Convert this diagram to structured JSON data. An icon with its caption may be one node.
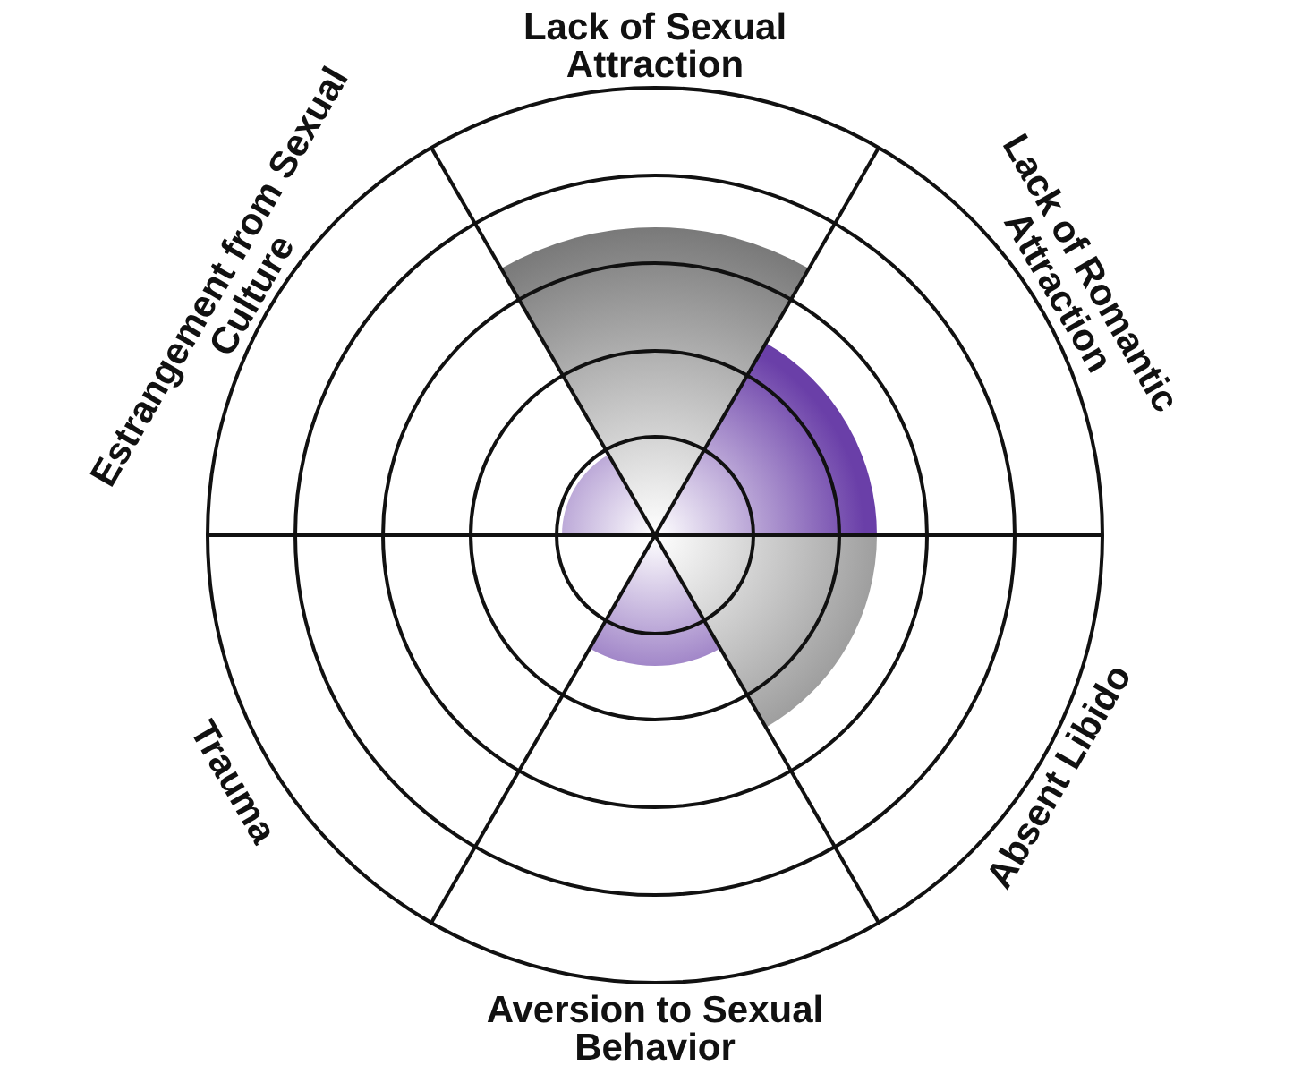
{
  "diagram": {
    "labels": [
      "Lack of Sexual Attraction",
      "Estrangement from Sexual Culture",
      "Lack of Romantic Attraction",
      "Trauma",
      "Absent Libido",
      "Aversion to Sexual Behavior"
    ]
  }
}
